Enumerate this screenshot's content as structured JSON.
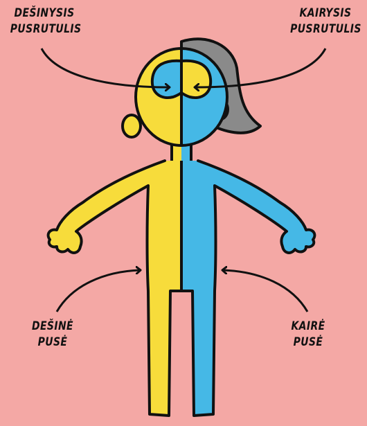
{
  "labels": {
    "top_left": {
      "line1": "DEŠINYSIS",
      "line2": "PUSRUTULIS"
    },
    "top_right": {
      "line1": "KAIRYSIS",
      "line2": "PUSRUTULIS"
    },
    "bottom_left": {
      "line1": "DEŠINĖ",
      "line2": "PUSĖ"
    },
    "bottom_right": {
      "line1": "KAIRĖ",
      "line2": "PUSĖ"
    }
  },
  "colors": {
    "background": "#f4a8a5",
    "right_side_yellow": "#f7dc3b",
    "left_side_blue": "#45b8e6",
    "hair": "#8a8a8a",
    "outline": "#111111"
  }
}
